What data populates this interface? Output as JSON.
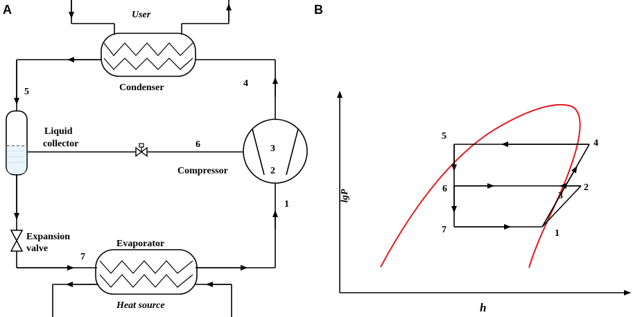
{
  "panel_a": {
    "label": "A",
    "user": "User",
    "condenser": "Condenser",
    "liquid_collector_1": "Liquid",
    "liquid_collector_2": "collector",
    "compressor": "Compressor",
    "expansion_valve_1": "Expansion",
    "expansion_valve_2": "valve",
    "evaporator": "Evaporator",
    "heat_source": "Heat source",
    "states": {
      "s1": "1",
      "s2": "2",
      "s3": "3",
      "s4": "4",
      "s5": "5",
      "s6": "6",
      "s7": "7"
    }
  },
  "panel_b": {
    "label": "B",
    "xlabel": "h",
    "ylabel": "lgP",
    "states": {
      "s1": "1",
      "s2": "2",
      "s3": "3",
      "s4": "4",
      "s5": "5",
      "s6": "6",
      "s7": "7"
    },
    "curve_color": "#e31a1c"
  }
}
